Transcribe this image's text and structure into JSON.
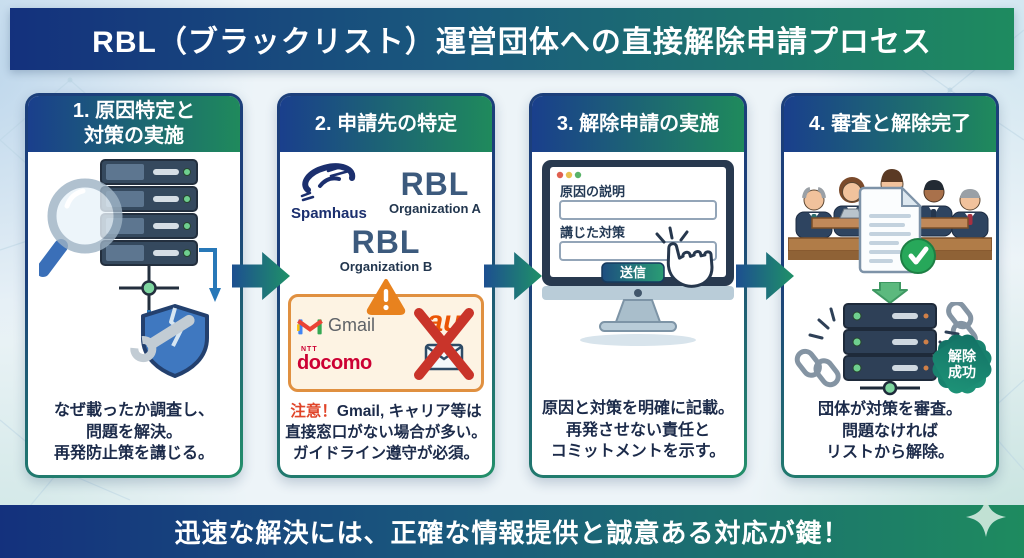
{
  "title": "RBL（ブラックリスト）運営団体への直接解除申請プロセス",
  "footer": {
    "text": "迅速な解決には、正確な情報提供と誠意ある対応が鍵！",
    "sparkle_icon": "four-point-sparkle"
  },
  "colors": {
    "bar_gradient_from": "#14317d",
    "bar_gradient_to": "#1e8b5f",
    "body_text_navy": "#1c2b4a",
    "alert_red": "#e0452a",
    "warn_orange": "#e09040",
    "check_green": "#27a85a",
    "badge_teal": "#1a8f73"
  },
  "steps": [
    {
      "header_line1": "1. 原因特定と",
      "header_line2": "対策の実施",
      "icons": [
        "magnifier-icon",
        "server-stack-icon",
        "network-node-icon",
        "broken-shield-icon",
        "wrench-icon"
      ],
      "caption": [
        "なぜ載ったか調査し、",
        "問題を解決。",
        "再発防止策を講じる。"
      ]
    },
    {
      "header_line1": "2. 申請先の特定",
      "icons": [
        "spamhaus-logo",
        "gmail-logo",
        "docomo-logo",
        "au-logo",
        "crossed-envelope-icon",
        "warning-triangle-icon"
      ],
      "spamhaus_label": "Spamhaus",
      "rbl_a_title": "RBL",
      "rbl_a_sub": "Organization A",
      "rbl_b_title": "RBL",
      "rbl_b_sub": "Organization B",
      "gmail_label": "Gmail",
      "ntt_label": "NTT",
      "docomo_label": "docomo",
      "au_label": "au",
      "warn_prefix": "注意！",
      "caption": [
        "Gmail, キャリア等は",
        "直接窓口がない場合が多い。",
        "ガイドライン遵守が必須。"
      ]
    },
    {
      "header_line1": "3. 解除申請の実施",
      "icons": [
        "monitor-icon",
        "browser-dots-icon",
        "click-hand-icon"
      ],
      "form": {
        "label1": "原因の説明",
        "label2": "講じた対策",
        "submit_label": "送信"
      },
      "caption": [
        "原因と対策を明確に記載。",
        "再発させない責任と",
        "コミットメントを示す。"
      ]
    },
    {
      "header_line1": "4. 審査と解除完了",
      "icons": [
        "review-committee-icon",
        "approved-document-icon",
        "check-circle-icon",
        "down-arrow-icon",
        "server-stack-icon",
        "broken-chain-icon",
        "success-badge"
      ],
      "badge_line1": "解除",
      "badge_line2": "成功",
      "caption": [
        "団体が対策を審査。",
        "問題なければ",
        "リストから解除。"
      ]
    }
  ]
}
